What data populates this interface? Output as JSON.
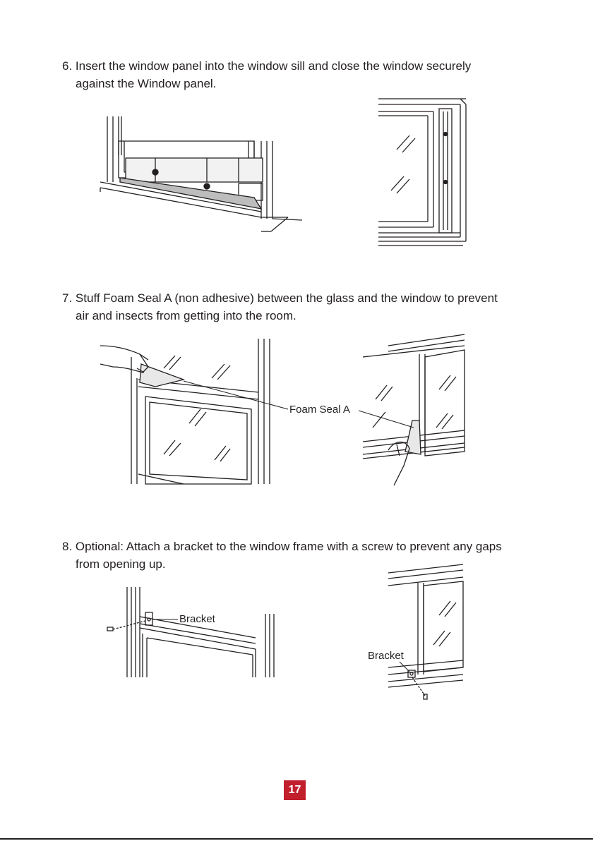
{
  "steps": [
    {
      "number": "6.",
      "line1": "Insert the window panel into the window sill and close the window securely",
      "line2": "against the Window panel."
    },
    {
      "number": "7.",
      "line1": "Stuff Foam Seal A (non adhesive) between the glass and the window to prevent",
      "line2": "air and insects from getting into the room."
    },
    {
      "number": "8.",
      "line1": "Optional: Attach a bracket to the window frame with a screw to prevent any gaps",
      "line2": "from opening up."
    }
  ],
  "labels": {
    "foam_seal": "Foam Seal A",
    "bracket_left": "Bracket",
    "bracket_right": "Bracket"
  },
  "page_number": "17",
  "colors": {
    "text": "#231f20",
    "accent": "#c21f2d"
  }
}
